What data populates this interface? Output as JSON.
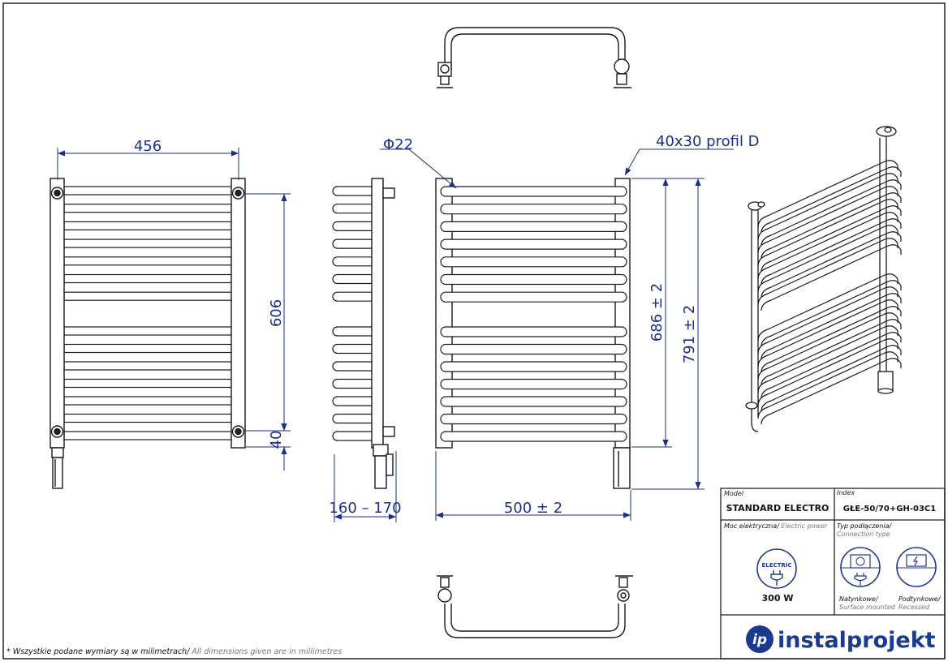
{
  "dimensions": {
    "width_top": "456",
    "spacing_vertical": "606",
    "bottom_offset": "40",
    "tube_diameter": "Φ22",
    "profile": "40x30 profil D",
    "depth": "160 – 170",
    "width_axis": "500  ± 2",
    "height_inner": "686  ± 2",
    "height_total": "791  ± 2"
  },
  "spec_table": {
    "model_label": "Model",
    "model_value": "STANDARD ELECTRO",
    "index_label": "Index",
    "index_value": "GŁE-50/70+GH-03C1",
    "power_label_pl": "Moc elektryczna/",
    "power_label_en": " Electric power",
    "electric_badge": "ELECTRIC",
    "power_value": "300 W",
    "connection_label_pl": "Typ podłączenia/",
    "connection_label_en": "Connection type",
    "surface_pl": "Natynkowe/",
    "surface_en": "Surface mounted",
    "recessed_pl": "Podtynkowe/",
    "recessed_en": "Recessed"
  },
  "brand": {
    "logo_mark": "ip",
    "name": "instalprojekt",
    "color": "#1b3a8f"
  },
  "footnote": {
    "pl": "* Wszystkie podane wymiary są w milimetrach/",
    "en": " All dimensions given are in millimetres"
  },
  "colors": {
    "dimension": "#1b2f8c",
    "line": "#1a1a1a",
    "brand": "#1b3a8f"
  }
}
